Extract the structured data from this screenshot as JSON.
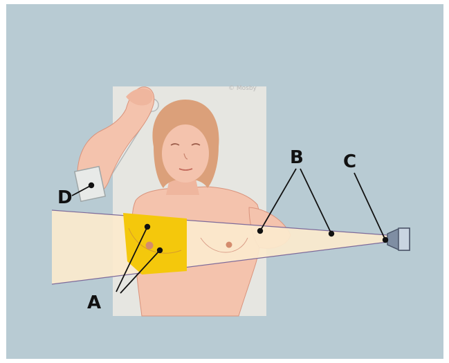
{
  "figure": {
    "watermark": "© Mosby",
    "labels": {
      "a": "A",
      "b": "B",
      "c": "C",
      "d": "D"
    }
  },
  "colors": {
    "background": "#b8cbd3",
    "table": "#e6e6e1",
    "skin": "#f4c3ad",
    "skin_shade": "#e7a78f",
    "hair": "#dba07a",
    "beam": "#fbe9cd",
    "field": "#f4c80c",
    "beam_edge": "#7d6a9a",
    "gantry": "#7f8ea3",
    "immobilizer": "#e8eae8"
  },
  "icons": [
    "beam-source-icon",
    "arm-board-icon",
    "elbow-support-icon"
  ]
}
